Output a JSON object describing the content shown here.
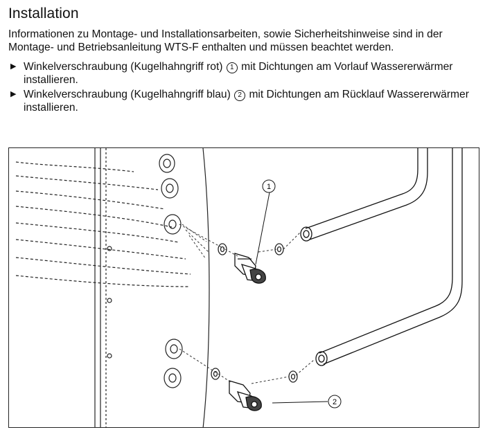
{
  "document": {
    "heading": "Installation",
    "intro": "Informationen zu Montage- und Installationsarbeiten, sowie Sicherheitshinweise sind in der Montage- und Betriebsanleitung WTS-F enthalten und müssen beachtet werden.",
    "steps": [
      {
        "before": "Winkelverschraubung (Kugelhahngriff rot) ",
        "callout": "1",
        "after": " mit Dichtungen am Vorlauf Wassererwärmer installieren."
      },
      {
        "before": "Winkelverschraubung (Kugelhahngriff blau) ",
        "callout": "2",
        "after": " mit Dichtungen am Rücklauf Wassererwärmer installieren."
      }
    ]
  },
  "figure": {
    "callouts": [
      "1",
      "2"
    ],
    "icons": [
      "angle-fitting-red-handle-icon",
      "angle-fitting-blue-handle-icon",
      "seal-ring-icon",
      "pipe-icon",
      "water-heater-tank-icon"
    ]
  }
}
